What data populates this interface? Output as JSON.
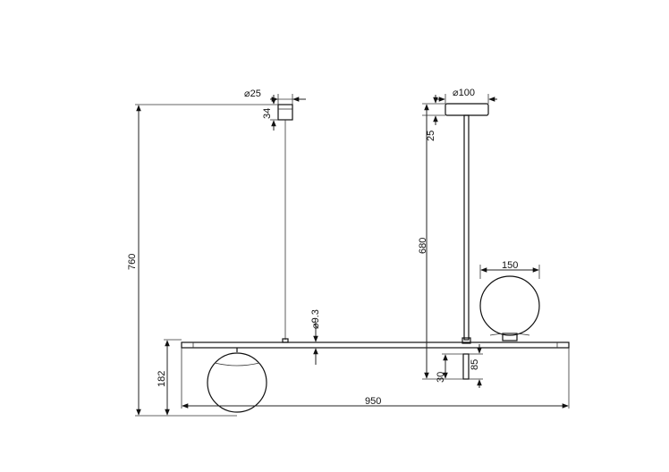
{
  "dimensions": {
    "canopy_small_diameter": "⌀25",
    "canopy_small_height": "34",
    "total_height_left": "760",
    "rod_diameter": "⌀9.3",
    "globe_drop_height": "182",
    "total_width": "950",
    "canopy_large_diameter": "⌀100",
    "canopy_large_height": "25",
    "total_height_right": "680",
    "globe_diameter": "150",
    "tip_height": "30",
    "tip_length": "85"
  }
}
